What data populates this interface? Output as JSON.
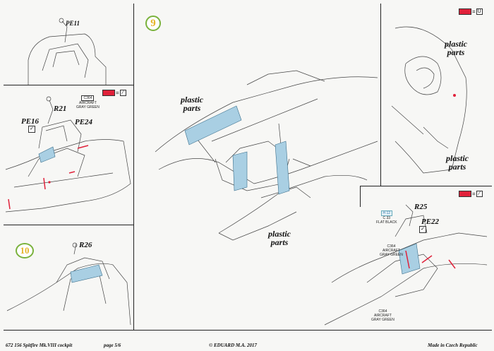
{
  "steps": {
    "step9": "9",
    "step10": "10"
  },
  "parts": {
    "pe11": "PE11",
    "r21": "R21",
    "pe16": "PE16",
    "pe24": "PE24",
    "r26": "R26",
    "r25": "R25",
    "pe22": "PE22"
  },
  "plastic_label": "plastic\nparts",
  "plastic_lines": [
    "plastic",
    "parts"
  ],
  "paints": {
    "aircraft_gray_green_code": "C364",
    "aircraft_gray_green_name_1": "AIRCRAFT",
    "aircraft_gray_green_name_2": "GRAY GREEN",
    "flat_black_h": "H 12",
    "flat_black_c": "C 33",
    "flat_black_name": "FLAT BLACK"
  },
  "swatch_symbols": {
    "eq": "=",
    "u": "U"
  },
  "footer": {
    "kit": "672 156  Spitfire Mk.VIII cockpit",
    "page": "page 5/6",
    "copyright": "© EDUARD  M.A. 2017",
    "made_in": "Made in Czech Republic"
  },
  "colors": {
    "red": "#e0213a",
    "blue": "#a9cfe3",
    "step_ring": "#7ab23c",
    "step_num": "#e6b52a"
  }
}
